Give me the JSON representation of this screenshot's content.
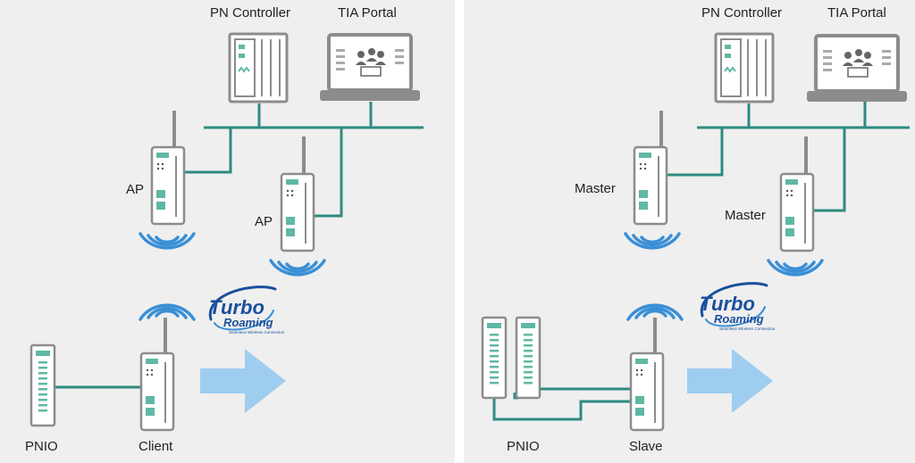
{
  "left": {
    "pn_controller": "PN Controller",
    "tia_portal": "TIA Portal",
    "ap_upper": "AP",
    "ap_lower": "AP",
    "pnio": "PNIO",
    "client": "Client",
    "logo_main": "Turbo",
    "logo_sub": "Roaming",
    "logo_tag": "Seamless Wireless Connection"
  },
  "right": {
    "pn_controller": "PN Controller",
    "tia_portal": "TIA Portal",
    "master_upper": "Master",
    "master_lower": "Master",
    "pnio": "PNIO",
    "slave": "Slave",
    "logo_main": "Turbo",
    "logo_sub": "Roaming",
    "logo_tag": "Seamless Wireless Connection"
  },
  "colors": {
    "panel_bg": "#efefef",
    "network_line": "#2e8b80",
    "device_outline": "#8c8c8c",
    "device_accent": "#5fb8a4",
    "wifi_wave": "#3a8fd6",
    "arrow": "#9fcdf0",
    "logo_blue": "#1a4f9c"
  },
  "icons": [
    "pn-controller-icon",
    "laptop-icon",
    "access-point-icon",
    "wifi-waves-icon",
    "pnio-module-icon",
    "arrow-right-icon",
    "turbo-roaming-logo"
  ]
}
